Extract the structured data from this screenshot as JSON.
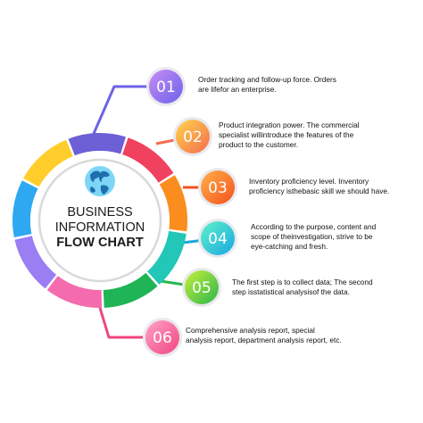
{
  "title": {
    "line1": "BUSINESS",
    "line2": "INFORMATION",
    "line3": "FLOW CHART"
  },
  "icon": "globe-icon",
  "ring_colors": [
    "#6d5fd6",
    "#f0415f",
    "#fb8c1e",
    "#22c7b8",
    "#1fb456",
    "#f46cae",
    "#9b7df4",
    "#2fa8f2",
    "#ffce2c"
  ],
  "steps": [
    {
      "number": "01",
      "text": [
        "Order tracking and follow-up force. Orders",
        "are lifefor an enterprise."
      ],
      "color_a": "#c78cf7",
      "color_b": "#6c63e8"
    },
    {
      "number": "02",
      "text": [
        "Product integration power. The commercial",
        "specialist  willintroduce the features of the",
        "product to the customer."
      ],
      "color_a": "#ffd54a",
      "color_b": "#f36c4f"
    },
    {
      "number": "03",
      "text": [
        "Inventory proficiency level. Inventory",
        "proficiency isthebasic skill we should have."
      ],
      "color_a": "#ffb347",
      "color_b": "#f4511e"
    },
    {
      "number": "04",
      "text": [
        "According to the purpose, content and",
        "scope of theinvestigation, strive to be",
        "eye-catching and fresh."
      ],
      "color_a": "#5ef2c9",
      "color_b": "#1ba7e0"
    },
    {
      "number": "05",
      "text": [
        "The first step is to collect data; The second",
        "step isstatistical analysisof the data."
      ],
      "color_a": "#c6ef3a",
      "color_b": "#2cb64d"
    },
    {
      "number": "06",
      "text": [
        "Comprehensive analysis report, special",
        "analysis report, department analysis report, etc."
      ],
      "color_a": "#ffa2c7",
      "color_b": "#f0467f"
    }
  ]
}
